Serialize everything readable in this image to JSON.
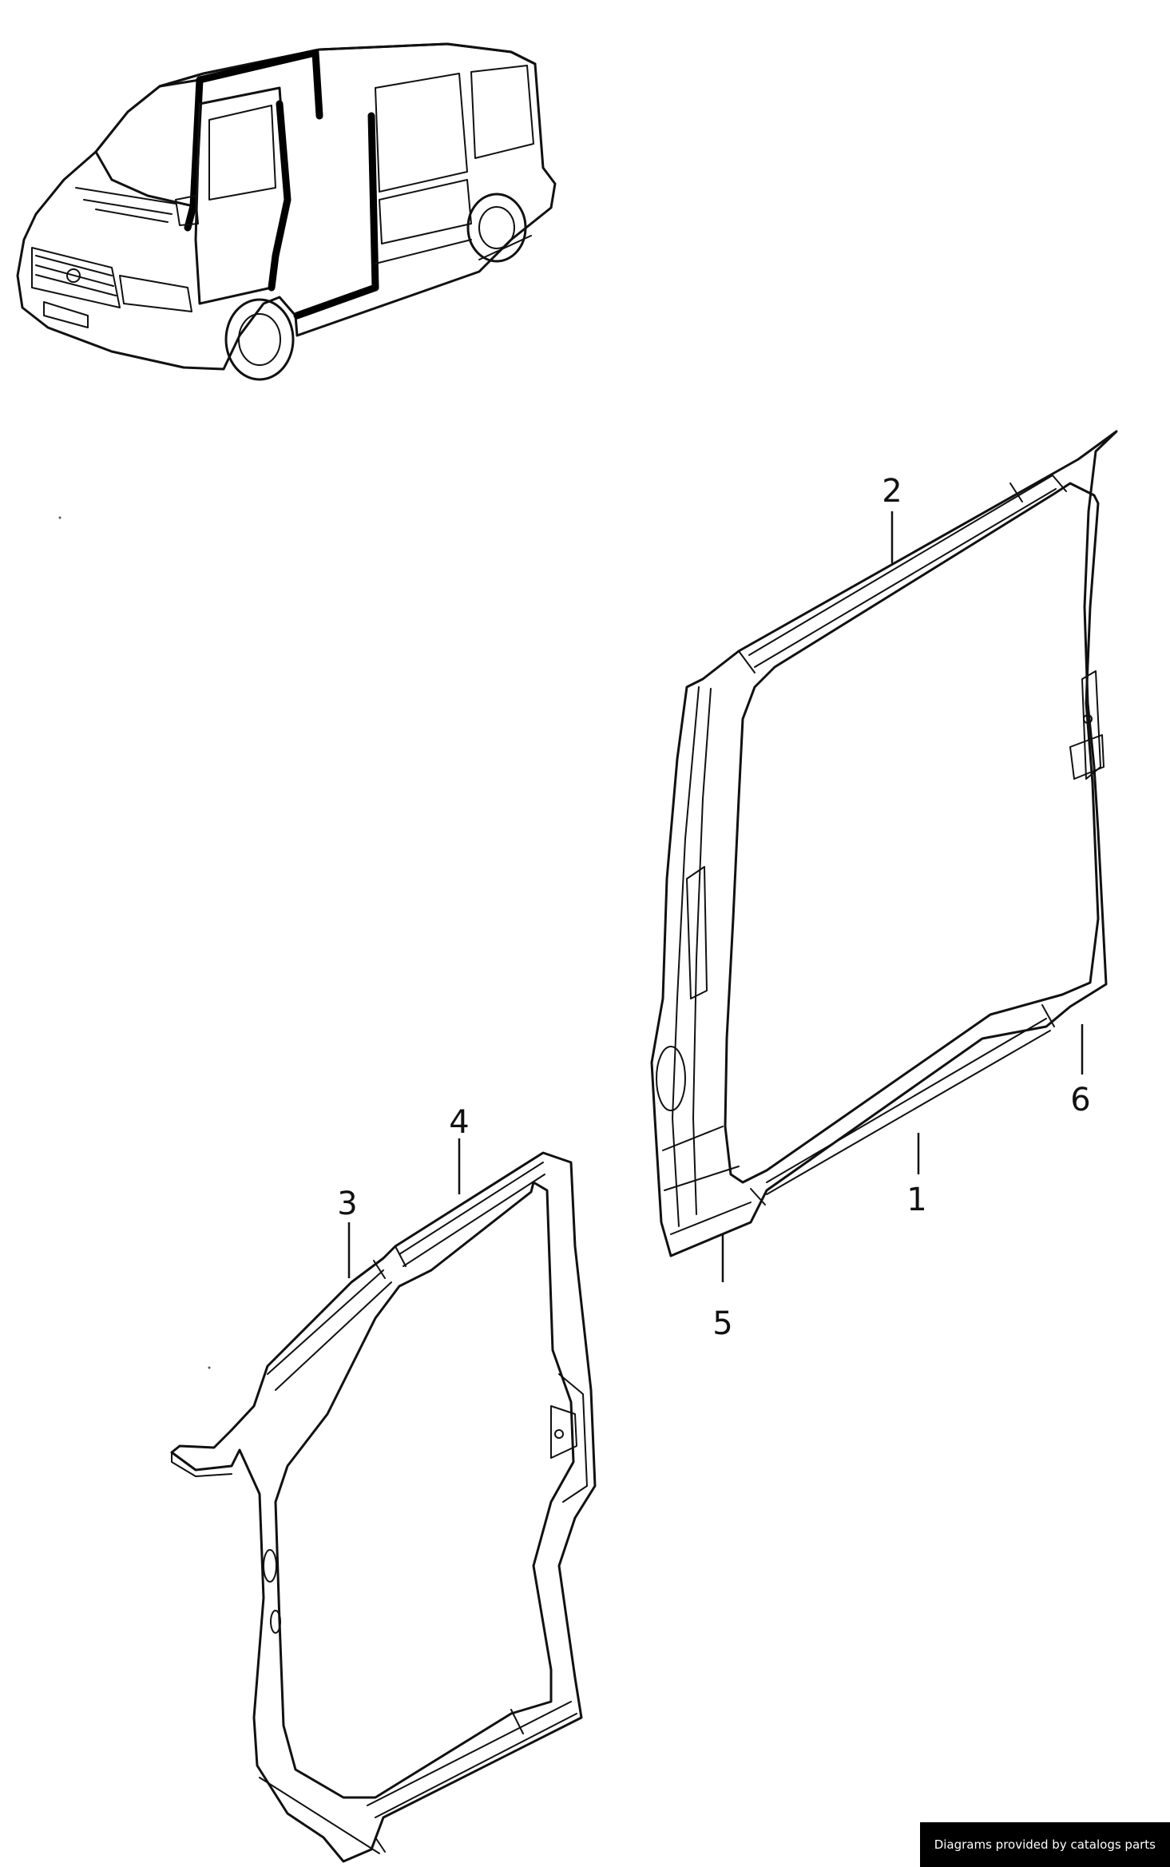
{
  "callouts": {
    "c1": "1",
    "c2": "2",
    "c3": "3",
    "c4": "4",
    "c5": "5",
    "c6": "6"
  },
  "credit": "Diagrams provided by catalogs parts",
  "colors": {
    "line": "#111111",
    "background": "#ffffff",
    "credit_background": "#000000",
    "credit_text": "#ffffff"
  }
}
